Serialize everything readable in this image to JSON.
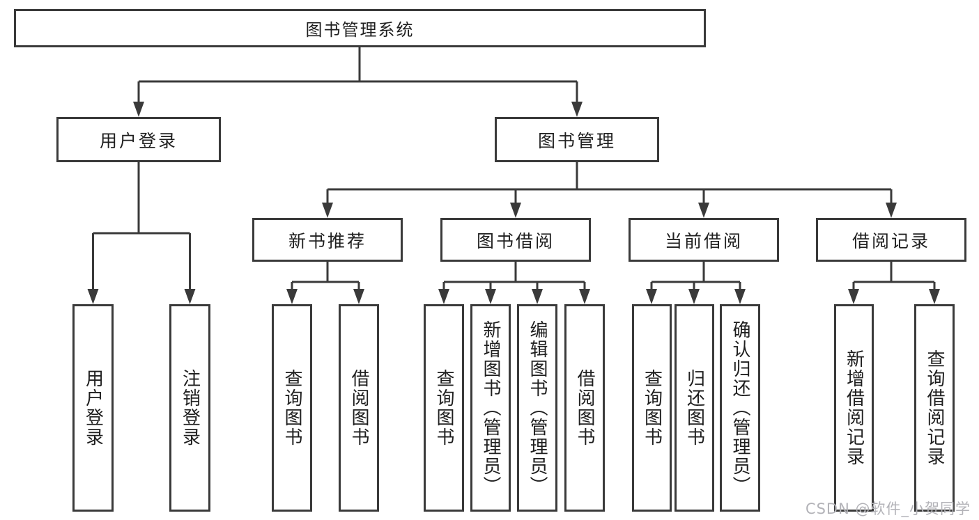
{
  "diagram": {
    "root": {
      "label": "图书管理系统"
    },
    "level2": [
      {
        "label": "用户登录"
      },
      {
        "label": "图书管理"
      }
    ],
    "level3": [
      {
        "label": "新书推荐"
      },
      {
        "label": "图书借阅"
      },
      {
        "label": "当前借阅"
      },
      {
        "label": "借阅记录"
      }
    ],
    "leaves": {
      "user_login": "用户登录",
      "logout": "注销登录",
      "newbook_query": "查询图书",
      "newbook_borrow": "借阅图书",
      "bookmgmt_query": "查询图书",
      "bookmgmt_add": "新增图书（管理员）",
      "bookmgmt_edit": "编辑图书（管理员）",
      "bookmgmt_borrow": "借阅图书",
      "current_query": "查询图书",
      "current_return": "归还图书",
      "current_confirm": "确认归还（管理员）",
      "record_add": "新增借阅记录",
      "record_query": "查询借阅记录"
    }
  },
  "watermark": "CSDN @软件_小贺同学",
  "colors": {
    "line": "#3a3a3a",
    "text": "#1f1f1f",
    "watermark": "#b3b3b8",
    "background": "#ffffff"
  }
}
